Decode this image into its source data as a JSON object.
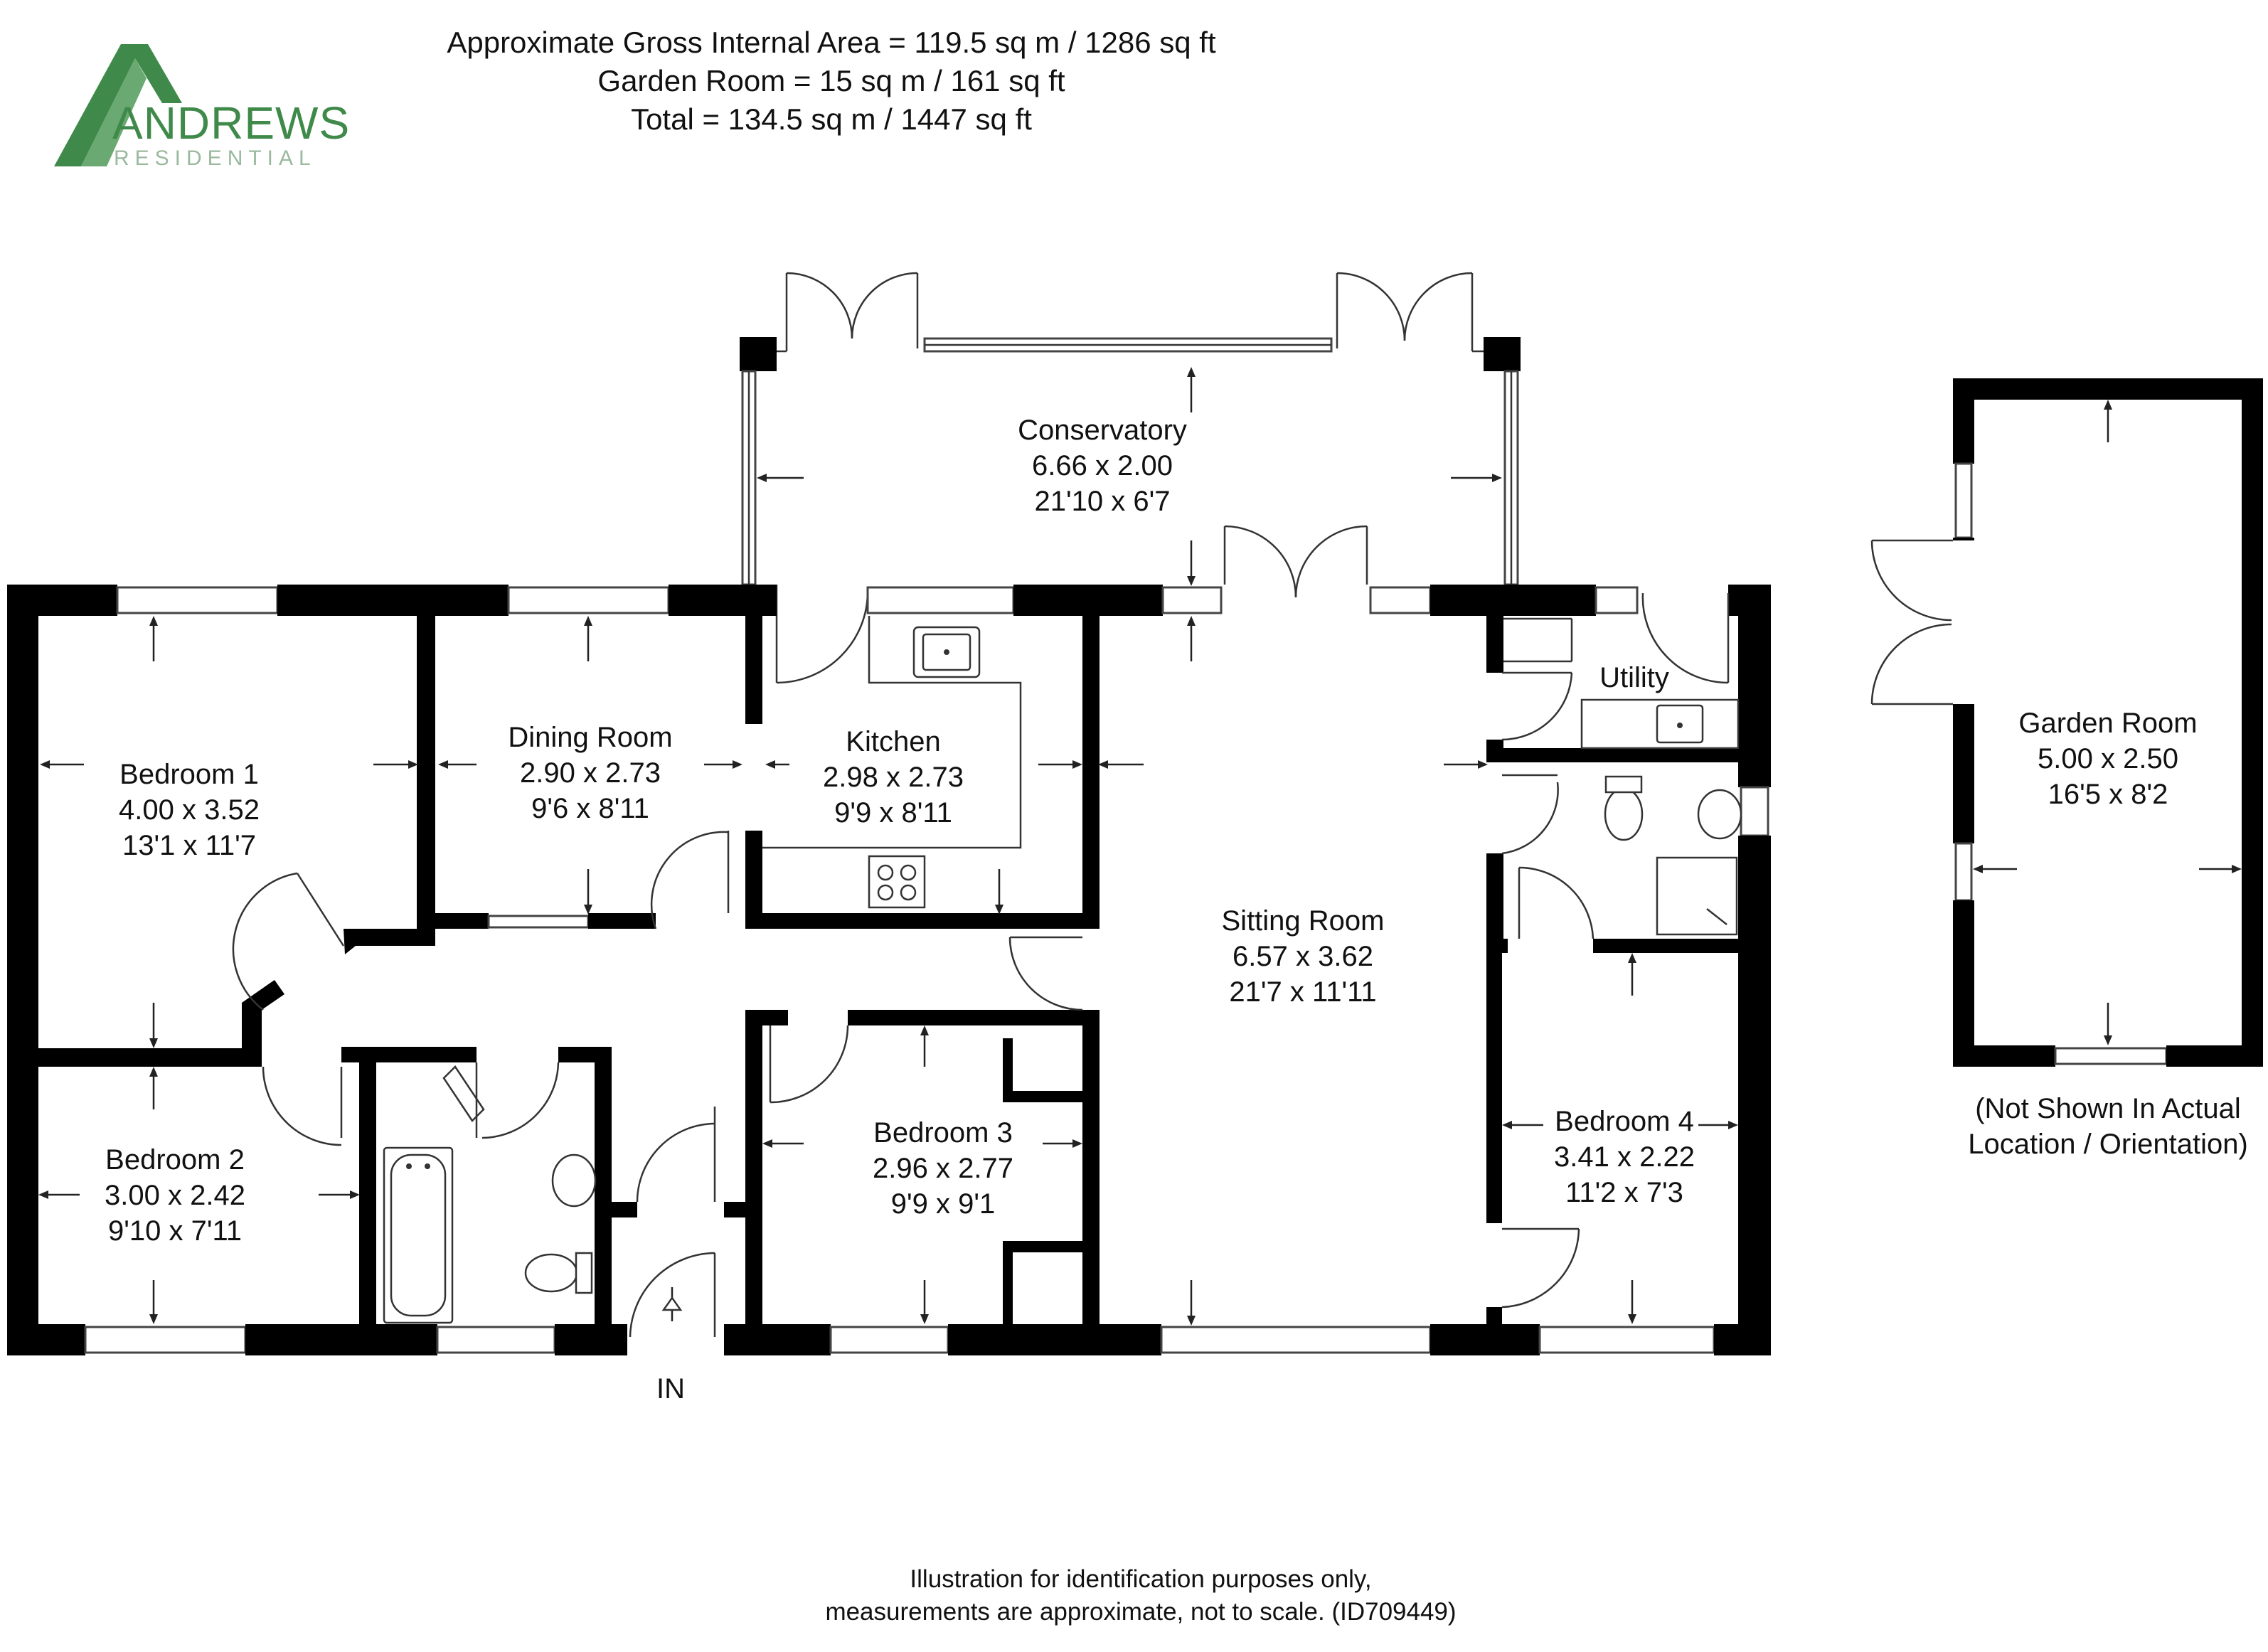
{
  "header": {
    "lines": [
      "Approximate Gross Internal Area = 119.5 sq m / 1286 sq ft",
      "Garden Room = 15 sq m / 161 sq ft",
      "Total = 134.5 sq m / 1447 sq ft"
    ]
  },
  "logo": {
    "name": "ANDREWS",
    "tagline": "RESIDENTIAL",
    "color": "#3f8a4a",
    "color_light": "#7fb685"
  },
  "rooms": [
    {
      "id": "conservatory",
      "name": "Conservatory",
      "metric": "6.66 x 2.00",
      "imperial": "21'10 x 6'7"
    },
    {
      "id": "bedroom-1",
      "name": "Bedroom 1",
      "metric": "4.00 x 3.52",
      "imperial": "13'1 x 11'7"
    },
    {
      "id": "dining-room",
      "name": "Dining Room",
      "metric": "2.90 x 2.73",
      "imperial": "9'6 x 8'11"
    },
    {
      "id": "kitchen",
      "name": "Kitchen",
      "metric": "2.98 x 2.73",
      "imperial": "9'9 x 8'11"
    },
    {
      "id": "sitting-room",
      "name": "Sitting Room",
      "metric": "6.57 x 3.62",
      "imperial": "21'7 x 11'11"
    },
    {
      "id": "bedroom-2",
      "name": "Bedroom 2",
      "metric": "3.00 x 2.42",
      "imperial": "9'10 x 7'11"
    },
    {
      "id": "bedroom-3",
      "name": "Bedroom 3",
      "metric": "2.96 x 2.77",
      "imperial": "9'9 x 9'1"
    },
    {
      "id": "bedroom-4",
      "name": "Bedroom 4",
      "metric": "3.41 x 2.22",
      "imperial": "11'2 x 7'3"
    },
    {
      "id": "garden-room",
      "name": "Garden Room",
      "metric": "5.00 x 2.50",
      "imperial": "16'5 x 8'2"
    }
  ],
  "utility_label": "Utility",
  "entrance_label": "IN",
  "garden_note": [
    "(Not Shown In Actual",
    "Location / Orientation)"
  ],
  "footer": [
    "Illustration for identification purposes only,",
    "measurements are approximate, not to scale. (ID709449)"
  ]
}
